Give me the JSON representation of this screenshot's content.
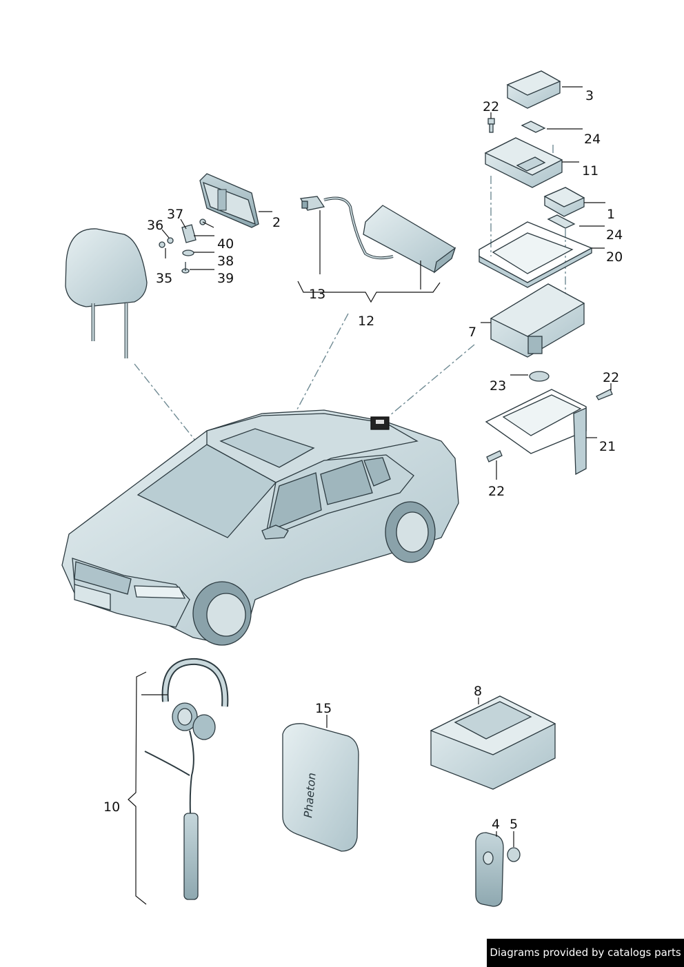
{
  "callouts": {
    "c1": "1",
    "c2": "2",
    "c3": "3",
    "c4": "4",
    "c5": "5",
    "c7": "7",
    "c8": "8",
    "c10": "10",
    "c11": "11",
    "c12": "12",
    "c13": "13",
    "c15": "15",
    "c20": "20",
    "c21": "21",
    "c22a": "22",
    "c22b": "22",
    "c22c": "22",
    "c23": "23",
    "c24a": "24",
    "c24b": "24",
    "c35": "35",
    "c36": "36",
    "c37": "37",
    "c38": "38",
    "c39": "39",
    "c40": "40"
  },
  "case_text": "Phaeton",
  "credit": "Diagrams provided by catalogs parts",
  "colors": {
    "part_fill": "#d4e2e6",
    "part_shade": "#a9c0c7",
    "line": "#2c3a40",
    "leader_dash": "#6f8a93"
  }
}
